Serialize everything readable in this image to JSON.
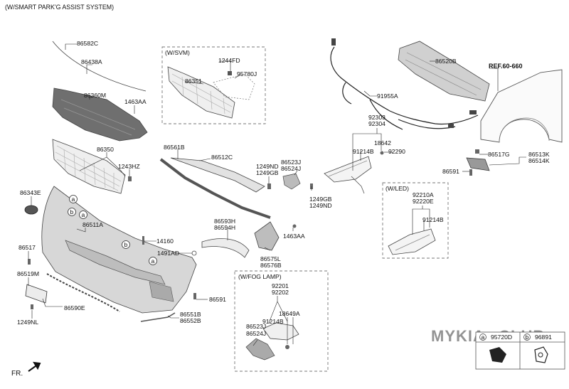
{
  "header": "(W/SMART PARK'G ASSIST SYSTEM)",
  "ref_label": "REF.60-660",
  "fr_label": "FR.",
  "watermark": {
    "text_a": "MYKIA",
    "text_b": ".CLUB"
  },
  "boxes": {
    "svm_title": "(W/SVM)",
    "led_title": "(W/LED)",
    "fog_title": "(W/FOG LAMP)"
  },
  "callouts": {
    "a": "a",
    "b": "b"
  },
  "legend": {
    "a_code": "95720D",
    "b_code": "96891",
    "a_letter": "a",
    "b_letter": "b"
  },
  "labels": {
    "p86582C": "86582C",
    "p86438A": "86438A",
    "p86360M": "86360M",
    "p1463AA_a": "1463AA",
    "p86350": "86350",
    "p1243HZ": "1243HZ",
    "p86343E": "86343E",
    "p86511A": "86511A",
    "p86517": "86517",
    "p86519M": "86519M",
    "p86590E": "86590E",
    "p1249NL": "1249NL",
    "p14160": "14160",
    "p1491AD": "1491AD",
    "p86591_a": "86591",
    "p86551B": "86551B",
    "p86552B": "86552B",
    "p86351": "86351",
    "p1244FD": "1244FD",
    "p95780J": "95780J",
    "p86561B": "86561B",
    "p86512C": "86512C",
    "p1249ND_a": "1249ND",
    "p1249GB_a": "1249GB",
    "p86523J_a": "86523J",
    "p86524J_a": "86524J",
    "p1249GB_b": "1249GB",
    "p1249ND_b": "1249ND",
    "p86593H": "86593H",
    "p86594H": "86594H",
    "p1463AA_b": "1463AA",
    "p86575L": "86575L",
    "p86576B": "86576B",
    "p92201": "92201",
    "p92202": "92202",
    "p91214B_c": "91214B",
    "p18649A": "18649A",
    "p86523J_b": "86523J",
    "p86524J_b": "86524J",
    "p91955A": "91955A",
    "p86520B": "86520B",
    "p92303": "92303",
    "p92304": "92304",
    "p18642": "18642",
    "p91214B_a": "91214B",
    "p92290": "92290",
    "p92210A": "92210A",
    "p92220E": "92220E",
    "p91214B_b": "91214B",
    "p86517G": "86517G",
    "p86513K": "86513K",
    "p86514K": "86514K",
    "p86591_b": "86591"
  }
}
